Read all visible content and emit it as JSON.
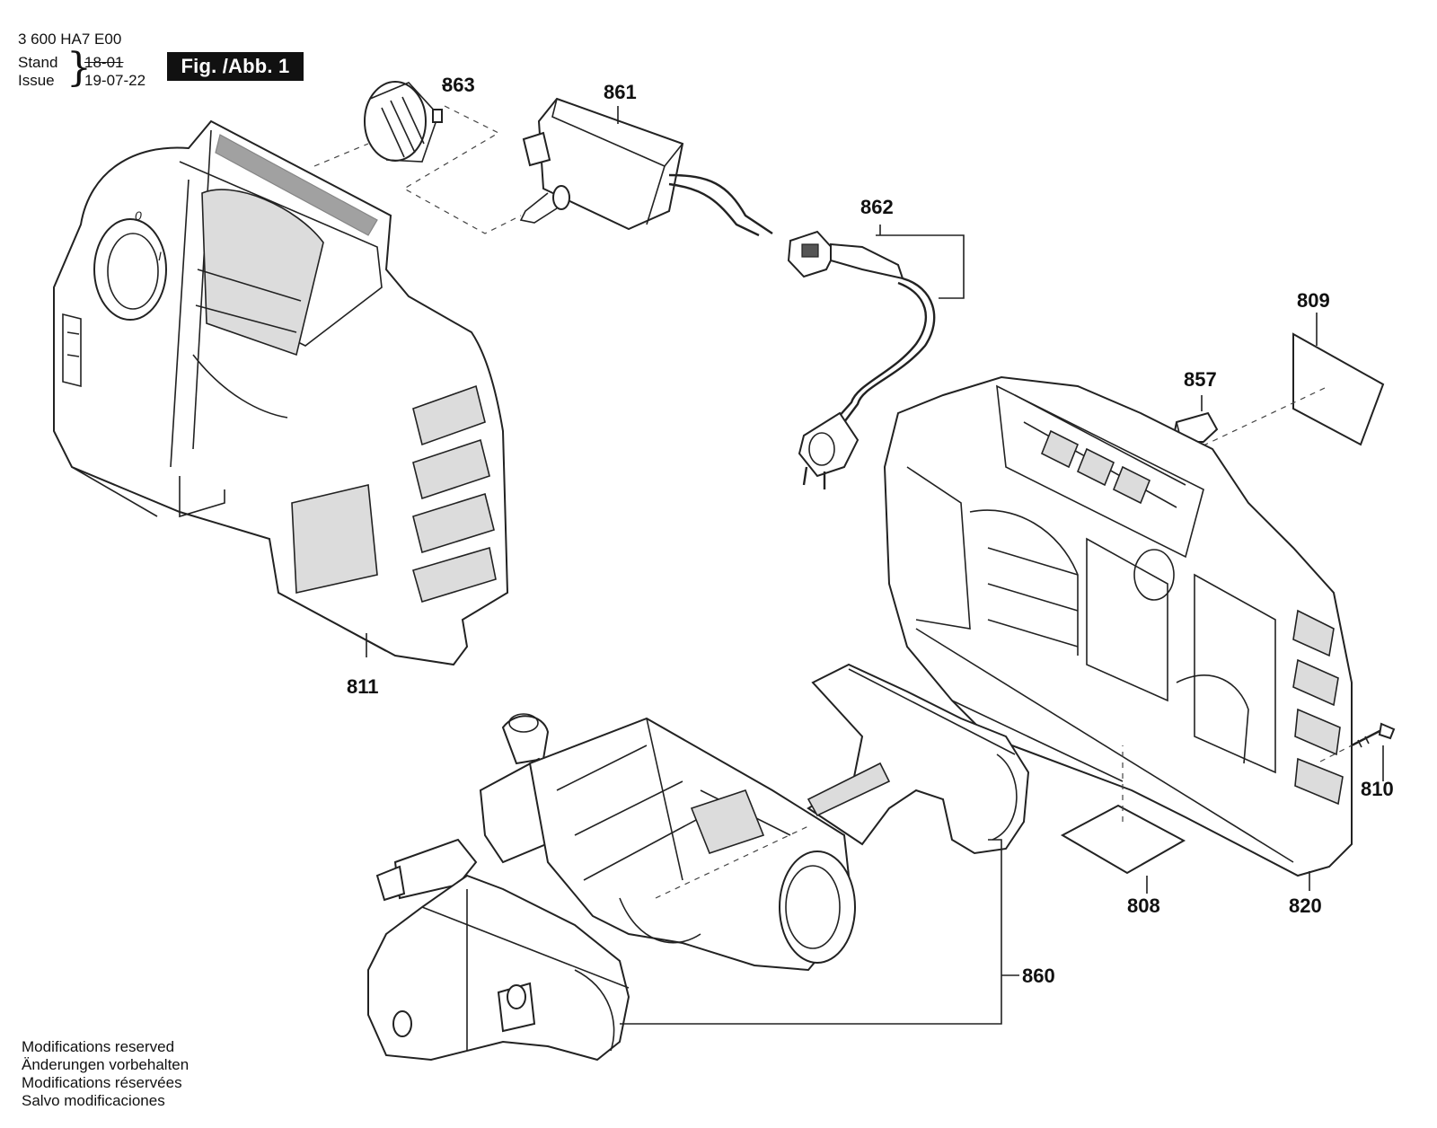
{
  "header": {
    "doc_number": "3 600 HA7 E00",
    "stand_label": "Stand",
    "issue_label": "Issue",
    "old_date": "18-01",
    "new_date": "19-07-22",
    "figure_label": "Fig. /Abb. 1"
  },
  "parts": {
    "p863": "863",
    "p861": "861",
    "p862": "862",
    "p809": "809",
    "p857": "857",
    "p811": "811",
    "p810": "810",
    "p808": "808",
    "p820": "820",
    "p860": "860"
  },
  "footer": {
    "line1": "Modifications reserved",
    "line2": "Änderungen vorbehalten",
    "line3": "Modifications réservées",
    "line4": "Salvo modificaciones"
  }
}
